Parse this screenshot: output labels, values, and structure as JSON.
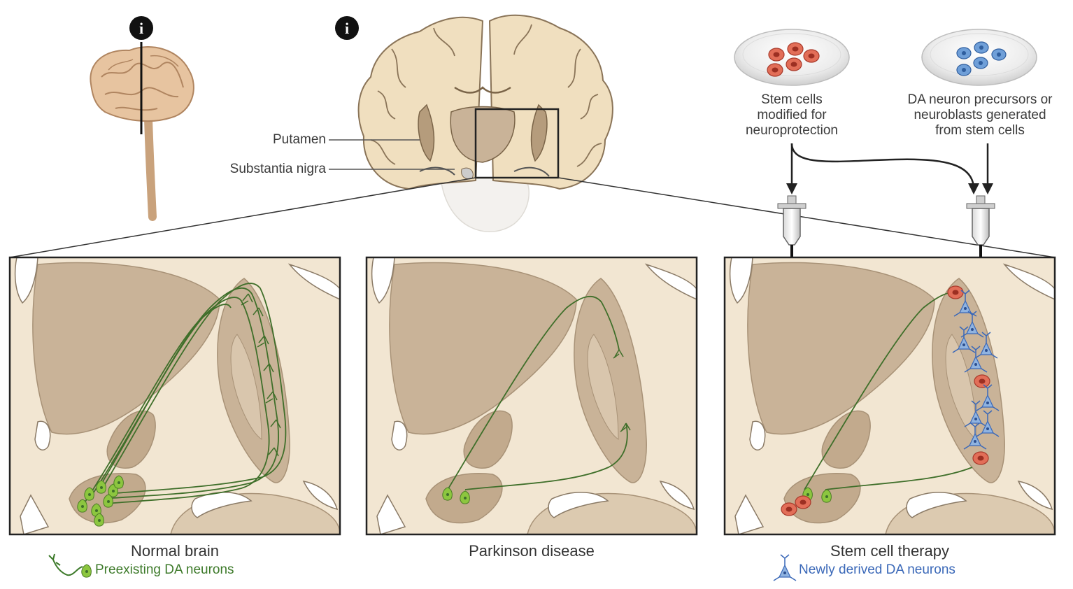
{
  "badges": {
    "left": "i",
    "center": "i"
  },
  "structures": {
    "putamen": "Putamen",
    "substantia_nigra": "Substantia nigra"
  },
  "dishes": {
    "neuroprotection": "Stem cells\nmodified for\nneuroprotection",
    "precursors": "DA neuron precursors or\nneuroblasts generated\nfrom stem cells"
  },
  "panels": {
    "normal": {
      "caption": "Normal brain",
      "legend": "Preexisting DA neurons"
    },
    "parkinson": {
      "caption": "Parkinson disease"
    },
    "therapy": {
      "caption": "Stem cell therapy",
      "legend": "Newly derived DA neurons"
    }
  },
  "colors": {
    "tissue_light": "#f2e6d2",
    "tissue_dark": "#c7b197",
    "green_neuron": "#8cc63f",
    "green_axon": "#3f6f2a",
    "red_cell": "#e0503a",
    "blue_neuron": "#4a7fc1",
    "legend_green": "#3d7a2a",
    "legend_blue": "#3a68b8"
  }
}
